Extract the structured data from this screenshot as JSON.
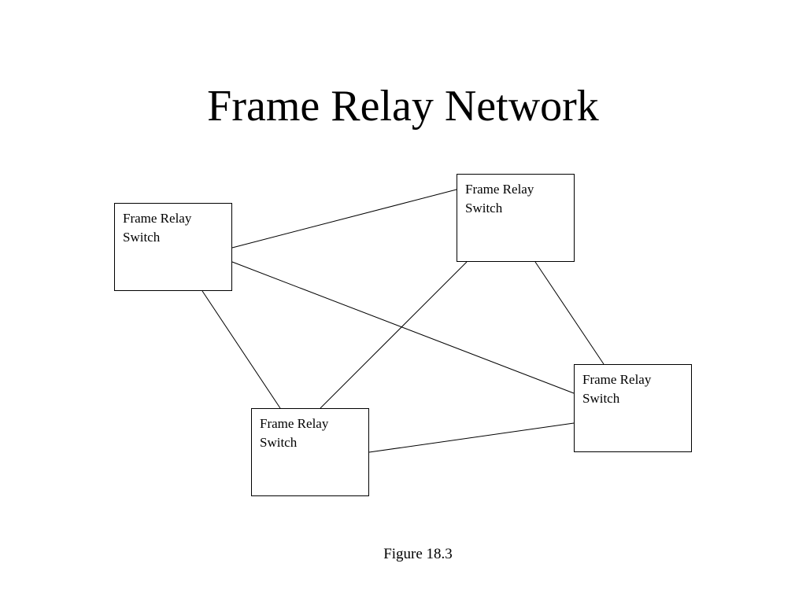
{
  "title": "Frame Relay Network",
  "caption": "Figure 18.3",
  "nodes": [
    {
      "id": "left",
      "line1": "Frame Relay",
      "line2": "Switch"
    },
    {
      "id": "top",
      "line1": "Frame Relay",
      "line2": "Switch"
    },
    {
      "id": "bottom",
      "line1": "Frame Relay",
      "line2": "Switch"
    },
    {
      "id": "right",
      "line1": "Frame Relay",
      "line2": "Switch"
    }
  ],
  "links": [
    {
      "from": "left",
      "to": "top"
    },
    {
      "from": "left",
      "to": "right"
    },
    {
      "from": "left",
      "to": "bottom"
    },
    {
      "from": "top",
      "to": "bottom"
    },
    {
      "from": "top",
      "to": "right"
    },
    {
      "from": "bottom",
      "to": "right"
    }
  ]
}
